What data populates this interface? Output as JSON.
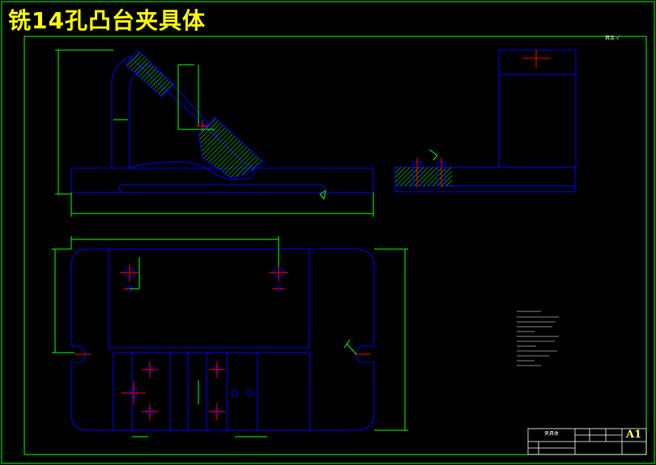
{
  "title": "铣14孔凸台夹具体",
  "surface_mark": "其余 √",
  "title_block": {
    "part_name": "夹具体",
    "sheet_size": "A1"
  },
  "colors": {
    "background": "#000000",
    "frame": "#00ff00",
    "outline": "#0000ff",
    "center_line": "#ff0000",
    "hatch": "#00ff00",
    "title": "#ffff00"
  }
}
